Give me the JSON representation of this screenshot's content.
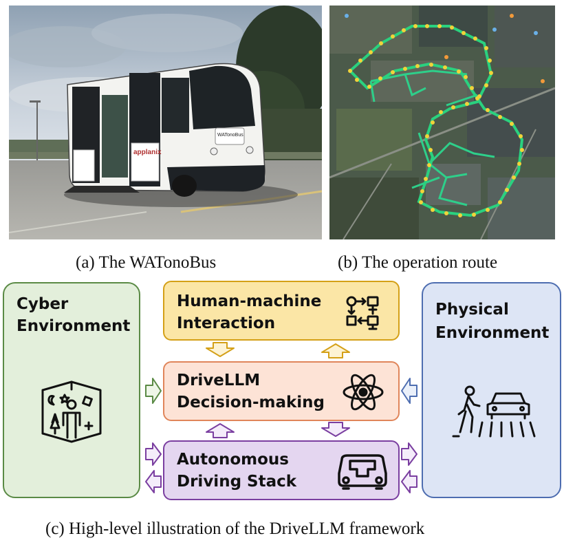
{
  "photo_bus": {
    "bus_front_sign": "WATonoBus",
    "side_logo": "applanix"
  },
  "captions": {
    "a": "(a) The WATonoBus",
    "b": "(b) The operation route",
    "c": "(c) High-level illustration of the DriveLLM framework"
  },
  "cyber": {
    "line1": "Cyber",
    "line2": "Environment"
  },
  "physical": {
    "line1": "Physical",
    "line2": "Environment"
  },
  "hmi": {
    "line1": "Human-machine",
    "line2": "Interaction"
  },
  "drivellm": {
    "line1": "DriveLLM",
    "line2": "Decision-making"
  },
  "ads": {
    "line1": "Autonomous",
    "line2": "Driving Stack"
  },
  "colors": {
    "cyber_bg": "#e3efdb",
    "cyber_border": "#5a8a45",
    "physical_bg": "#dde5f5",
    "physical_border": "#4d6db0",
    "hmi_bg": "#fbe6a6",
    "hmi_border": "#d4a017",
    "drivellm_bg": "#fde3d6",
    "drivellm_border": "#e0855a",
    "ads_bg": "#e4d6f0",
    "ads_border": "#7a3ea0"
  },
  "icons": {
    "cyber": "virtual-environment-icon",
    "physical": "pedestrian-car-crosswalk-icon",
    "hmi": "flowchart-icon",
    "drivellm": "atom-icon",
    "ads": "shuttle-bus-icon"
  }
}
